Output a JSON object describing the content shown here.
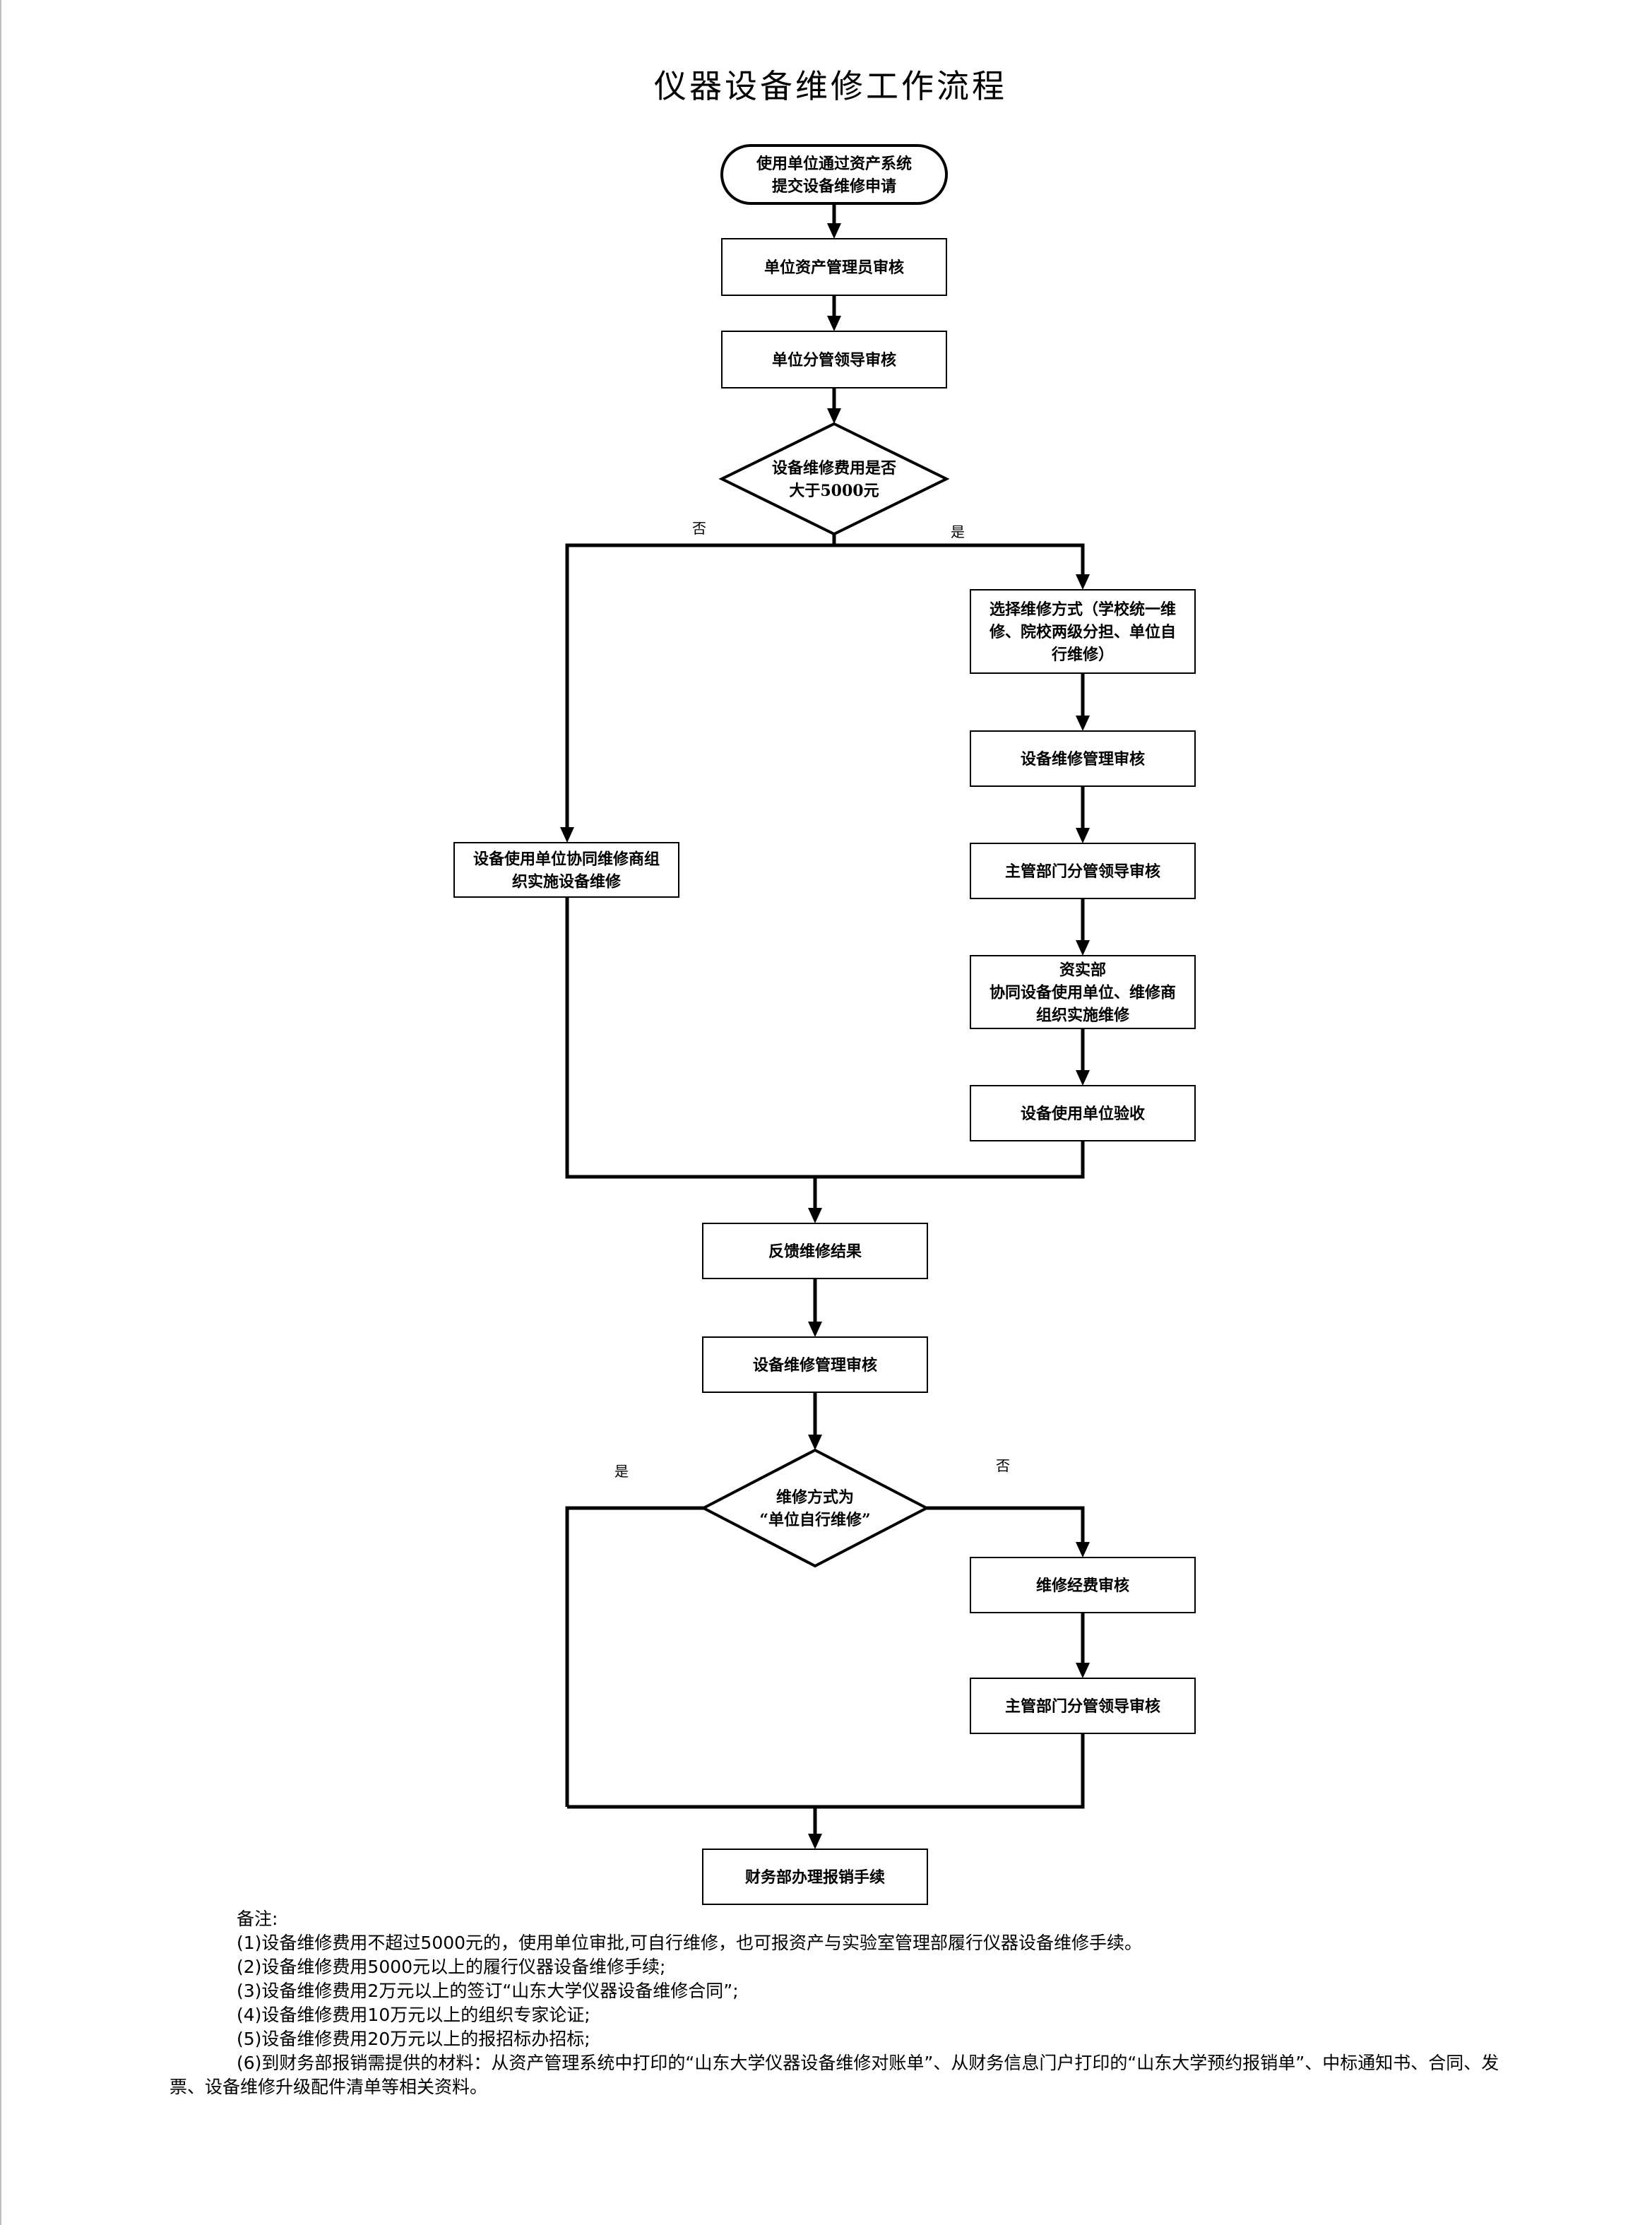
{
  "title": "仪器设备维修工作流程",
  "nodes": {
    "start": [
      "使用单位通过资产系统",
      "提交设备维修申请"
    ],
    "unit_asset_admin_review": [
      "单位资产管理员审核"
    ],
    "unit_leader_review": [
      "单位分管领导审核"
    ],
    "decision_cost": [
      "设备维修费用是否",
      "大于5000元"
    ],
    "unit_coordinate_repair": [
      "设备使用单位协同维修商组",
      "织实施设备维修"
    ],
    "choose_repair_mode": [
      "选择维修方式（学校统一维",
      "修、院校两级分担、单位自",
      "行维修）"
    ],
    "repair_mgmt_review_1": [
      "设备维修管理审核"
    ],
    "dept_leader_review_1": [
      "主管部门分管领导审核"
    ],
    "asset_lab_dept_repair": [
      "资实部",
      "协同设备使用单位、维修商",
      "组织实施维修"
    ],
    "unit_acceptance": [
      "设备使用单位验收"
    ],
    "feedback_result": [
      "反馈维修结果"
    ],
    "repair_mgmt_review_2": [
      "设备维修管理审核"
    ],
    "decision_mode": [
      "维修方式为",
      "“单位自行维修”"
    ],
    "repair_fund_review": [
      "维修经费审核"
    ],
    "dept_leader_review_2": [
      "主管部门分管领导审核"
    ],
    "finance_reimburse": [
      "财务部办理报销手续"
    ]
  },
  "branch_labels": {
    "cost_no": "否",
    "cost_yes": "是",
    "mode_yes": "是",
    "mode_no": "否"
  },
  "notes": {
    "heading": "备注:",
    "items": [
      "(1)设备维修费用不超过5000元的，使用单位审批,可自行维修，也可报资产与实验室管理部履行仪器设备维修手续。",
      "(2)设备维修费用5000元以上的履行仪器设备维修手续;",
      "(3)设备维修费用2万元以上的签订“山东大学仪器设备维修合同”;",
      "(4)设备维修费用10万元以上的组织专家论证;",
      "(5)设备维修费用20万元以上的报招标办招标;",
      "(6)到财务部报销需提供的材料：从资产管理系统中打印的“山东大学仪器设备维修对账单”、从财务信息门户打印的“山东大学预约报销单”、中标通知书、合同、发票、设备维修升级配件清单等相关资料。"
    ]
  }
}
